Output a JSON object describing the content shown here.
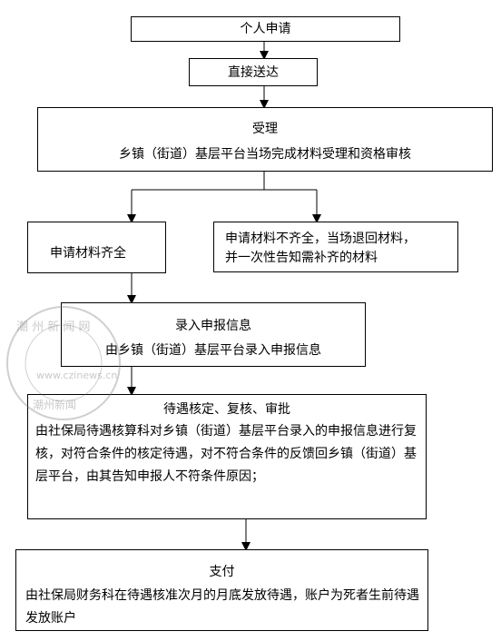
{
  "steps": {
    "apply": {
      "label": "个人申请"
    },
    "deliver": {
      "label": "直接送达"
    },
    "accept": {
      "title": "受理",
      "desc": "乡镇（街道）基层平台当场完成材料受理和资格审核"
    },
    "complete": {
      "label": "申请材料齐全"
    },
    "incomplete": {
      "line1": "申请材料不齐全，当场退回材料，",
      "line2": "并一次性告知需补齐的材料"
    },
    "entry": {
      "title": "录入申报信息",
      "desc": "由乡镇（街道）基层平台录入申报信息"
    },
    "verify": {
      "title": "待遇核定、复核、审批",
      "desc": "由社保局待遇核算科对乡镇（街道）基层平台录入的申报信息进行复核，对符合条件的核定待遇，对不符合条件的反馈回乡镇（街道）基层平台，由其告知申报人不符条件原因；"
    },
    "pay": {
      "title": "支付",
      "desc": "由社保局财务科在待遇核准次月的月底发放待遇，账户为死者生前待遇发放账户"
    }
  },
  "watermark": {
    "top": "潮 州 新 闻 网",
    "url": "www.czinews.cn",
    "bottom": "潮州新闻"
  }
}
